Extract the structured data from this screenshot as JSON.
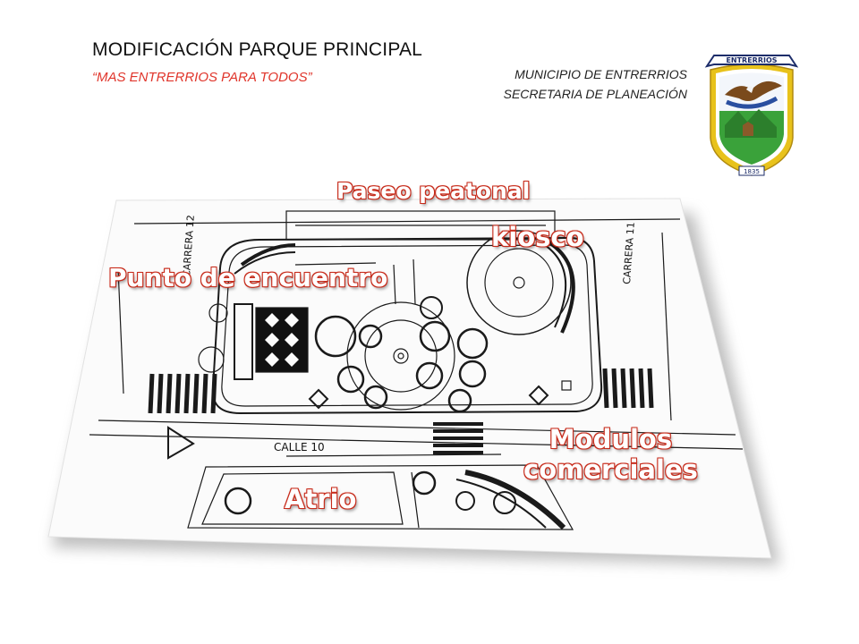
{
  "header": {
    "title": "MODIFICACIÓN  PARQUE PRINCIPAL",
    "subtitle": "“MAS ENTRERRIOS  PARA TODOS”",
    "org_line1": "MUNICIPIO DE ENTRERRIOS",
    "org_line2": "SECRETARIA DE PLANEACIÓN"
  },
  "crest": {
    "banner_text": "ENTRERRIOS",
    "year": "1835"
  },
  "plan": {
    "street_left": "CARRERA 12",
    "street_right": "CARRERA 11",
    "street_bottom": "CALLE 10"
  },
  "callouts": {
    "paseo": "Paseo peatonal",
    "kiosco": "kiosco",
    "punto": "Punto de encuentro",
    "modulos_line1": "Modulos",
    "modulos_line2": "comerciales",
    "atrio": "Atrio"
  },
  "colors": {
    "accent_red": "#d3301f",
    "crest_border": "#e8c21b",
    "crest_green": "#3aa23a"
  }
}
